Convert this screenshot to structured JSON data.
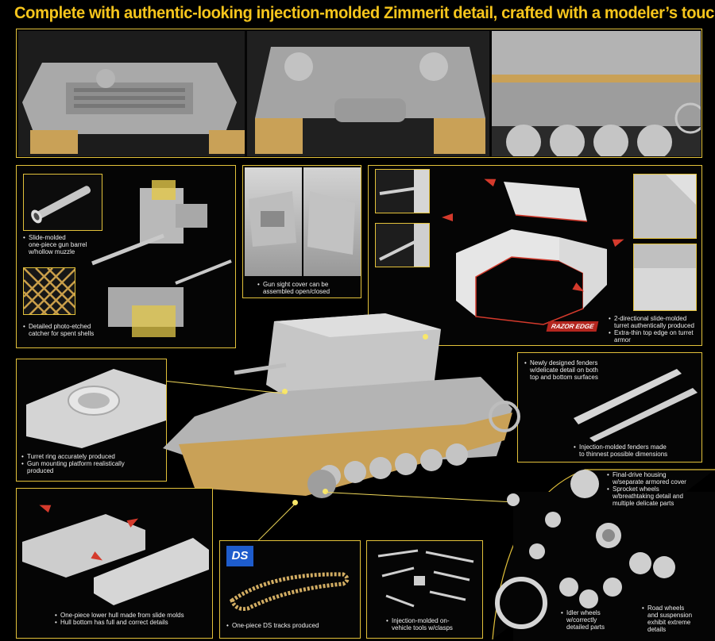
{
  "header": {
    "title": "Complete with authentic-looking injection-molded Zimmerit detail, crafted with a modeler’s touch"
  },
  "gun_panel": {
    "barrel_caption": [
      "Slide-molded",
      "one-piece gun barrel",
      "w/hollow muzzle"
    ],
    "catcher_caption": [
      "Detailed photo-etched",
      "catcher for spent shells"
    ]
  },
  "sight_panel": {
    "caption": [
      "Gun sight cover can be",
      "assembled open/closed"
    ]
  },
  "turret_panel": {
    "caption": [
      "2-directional slide-molded",
      "turret authentically produced",
      "Extra-thin top edge on turret",
      "armor"
    ],
    "badge": "RAZOR EDGE"
  },
  "fenders_panel": {
    "caption_top": [
      "Newly designed fenders",
      "w/delicate detail on both",
      "top and bottom surfaces"
    ],
    "caption_bottom": [
      "Injection-molded fenders made",
      "to thinnest possible dimensions"
    ]
  },
  "ring_panel": {
    "caption": [
      "Turret ring accurately produced",
      "Gun mounting platform realistically",
      "produced"
    ]
  },
  "hull_panel": {
    "caption": [
      "One-piece lower hull made from slide molds",
      "Hull bottom has full and correct details"
    ]
  },
  "tracks_panel": {
    "logo": "DS",
    "caption": "One-piece DS tracks produced"
  },
  "tools_panel": {
    "caption": [
      "Injection-molded on-",
      "vehicle tools w/clasps"
    ]
  },
  "wheels_panel": {
    "caption_drive": [
      "Final-drive housing",
      "w/separate armored cover",
      "Sprocket wheels",
      "w/breathtaking detail and",
      "multiple delicate parts"
    ],
    "caption_idler": [
      "Idler wheels",
      "w/correctly",
      "detailed parts"
    ],
    "caption_road": [
      "Road wheels",
      "and suspension",
      "exhibit extreme",
      "details"
    ]
  },
  "colors": {
    "accent": "#f6c51c",
    "frame": "#e2c13a",
    "arrow": "#d43a2c"
  }
}
